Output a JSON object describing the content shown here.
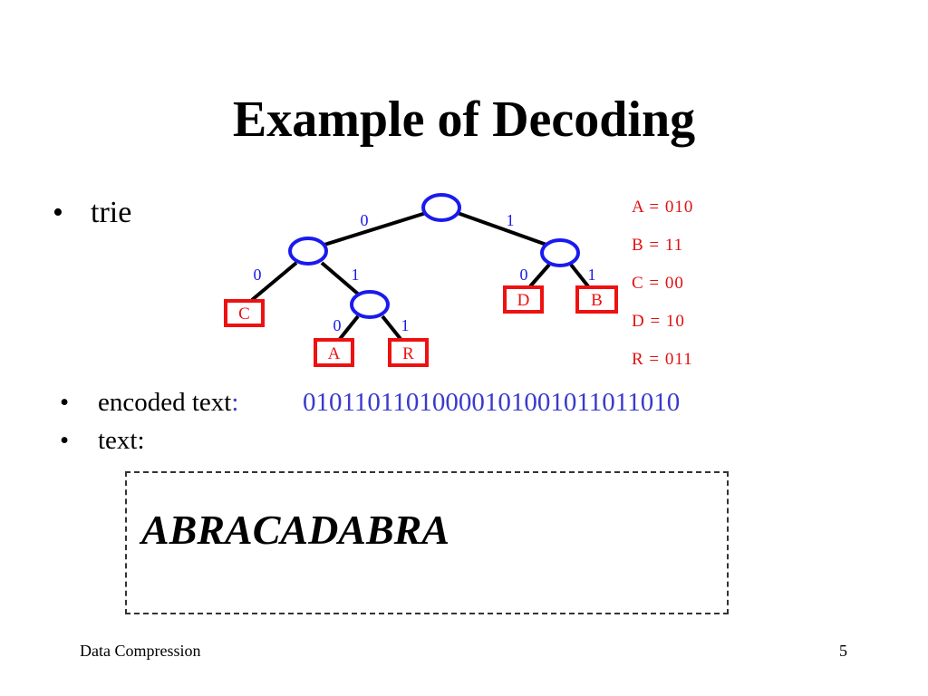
{
  "slide": {
    "title": "Example of Decoding",
    "footer_left": "Data Compression",
    "page_number": "5"
  },
  "bullets": {
    "marker": "•",
    "trie": "trie",
    "encoded_label": "encoded text",
    "encoded_colon": ":",
    "encoded_value": "01011011010000101001011011010",
    "text_label": "text:"
  },
  "answer": "ABRACADABRA",
  "trie": {
    "edge_labels": {
      "root_left": "0",
      "root_right": "1",
      "n1_left": "0",
      "n1_right": "1",
      "n2_left": "0",
      "n2_right": "1",
      "n3_left": "0",
      "n3_right": "1"
    },
    "leaves": {
      "C": "C",
      "D": "D",
      "B": "B",
      "A": "A",
      "R": "R"
    }
  },
  "codes": [
    "A = 010",
    "B = 11",
    "C = 00",
    "D = 10",
    "R = 011"
  ],
  "colors": {
    "node_stroke": "#1a1aee",
    "leaf_stroke": "#ee1111",
    "leaf_text": "#ee1111",
    "edge_label": "#1a1aee",
    "encoded_text": "#3a3acc"
  }
}
